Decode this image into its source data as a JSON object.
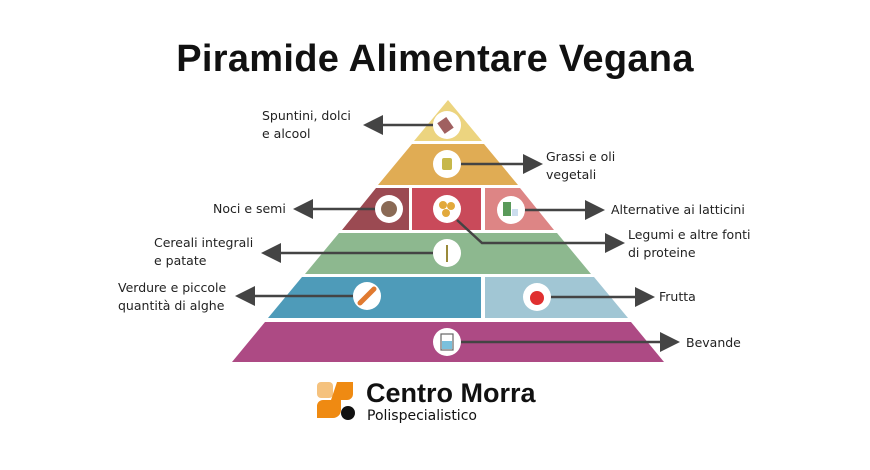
{
  "title": "Piramide Alimentare Vegana",
  "labels": {
    "snacks": [
      "Spuntini, dolci",
      "e alcool"
    ],
    "fats": [
      "Grassi e oli",
      "vegetali"
    ],
    "nuts": "Noci e semi",
    "dairy_alt": "Alternative ai latticini",
    "legumes": [
      "Legumi e altre fonti",
      "di proteine"
    ],
    "cereals": [
      "Cereali integrali",
      "e patate"
    ],
    "vegetables": [
      "Verdure e piccole",
      "quantità di alghe"
    ],
    "fruit": "Frutta",
    "drinks": "Bevande"
  },
  "colors": {
    "snacks": "#ecd47f",
    "fats": "#e0ac54",
    "nuts": "#9b4a52",
    "legumes": "#c94a5a",
    "dairy_alt": "#dd8585",
    "cereals": "#8db88f",
    "vegetables": "#4e9bb9",
    "fruit": "#a1c6d4",
    "drinks": "#ad4a84",
    "arrow": "#444444"
  },
  "brand": {
    "name": "Centro Morra",
    "subtitle": "Polispecialistico"
  }
}
